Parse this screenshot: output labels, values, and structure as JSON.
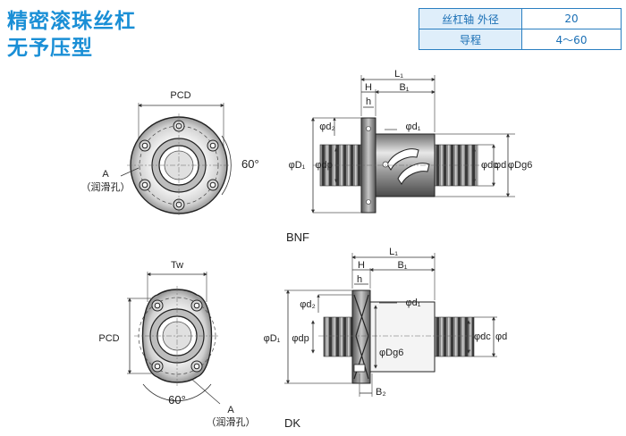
{
  "title": {
    "line1": "精密滚珠丝杠",
    "line2": "无予压型"
  },
  "spec_table": [
    {
      "key": "丝杠轴 外径",
      "value": "20"
    },
    {
      "key": "导程",
      "value": "4～60"
    }
  ],
  "bnf": {
    "name": "BNF",
    "pcd": "PCD",
    "angle": "60°",
    "hole_label": "A",
    "hole_note": "（润滑孔）",
    "L1": "L₁",
    "H": "H",
    "B1": "B₁",
    "h": "h",
    "d2": "φd₂",
    "d1": "φd₁",
    "D1": "φD₁",
    "dp": "φdp",
    "dc": "φdc",
    "d": "φd",
    "Dg6": "φDg6"
  },
  "dk": {
    "name": "DK",
    "tw": "Tw",
    "pcd": "PCD",
    "angle": "60°",
    "hole_label": "A",
    "hole_note": "（润滑孔）",
    "L1": "L₁",
    "H": "H",
    "B1": "B₁",
    "h": "h",
    "d2": "φd₂",
    "d1": "φd₁",
    "D1": "φD₁",
    "dp": "φdp",
    "dc": "φdc",
    "d": "φd",
    "Dg6": "φDg6",
    "B2": "B₂"
  },
  "colors": {
    "title": "#1a8fd6",
    "table_border": "#2a7fc1",
    "table_key_bg": "#dfeefa"
  }
}
